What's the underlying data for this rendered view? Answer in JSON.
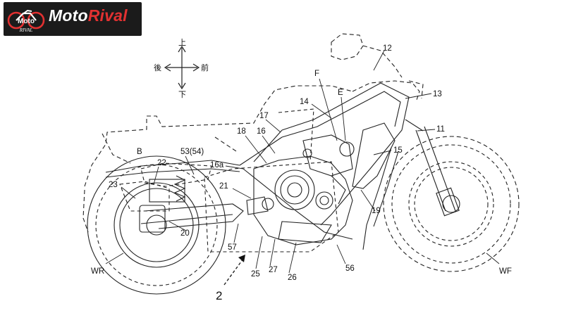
{
  "logo": {
    "mark_text": "Moto",
    "mark_sub": "RIVAL",
    "brand_prefix": "Moto",
    "brand_suffix": "Rival",
    "accent": "#e23131"
  },
  "compass": {
    "up": "上",
    "down": "下",
    "back": "後",
    "front": "前"
  },
  "labels": {
    "n12": "12",
    "n13": "13",
    "n11": "11",
    "nF": "F",
    "nE": "E",
    "n14": "14",
    "n17": "17",
    "n18": "18",
    "n16": "16",
    "nB": "B",
    "n53": "53(54)",
    "n22": "22",
    "n16a": "16a",
    "n15": "15",
    "n23": "23",
    "n21": "21",
    "n19": "19",
    "n20": "20",
    "n57": "57",
    "n25": "25",
    "n27": "27",
    "n26": "26",
    "n56": "56",
    "nWR": "WR",
    "nWF": "WF",
    "n2": "2"
  }
}
